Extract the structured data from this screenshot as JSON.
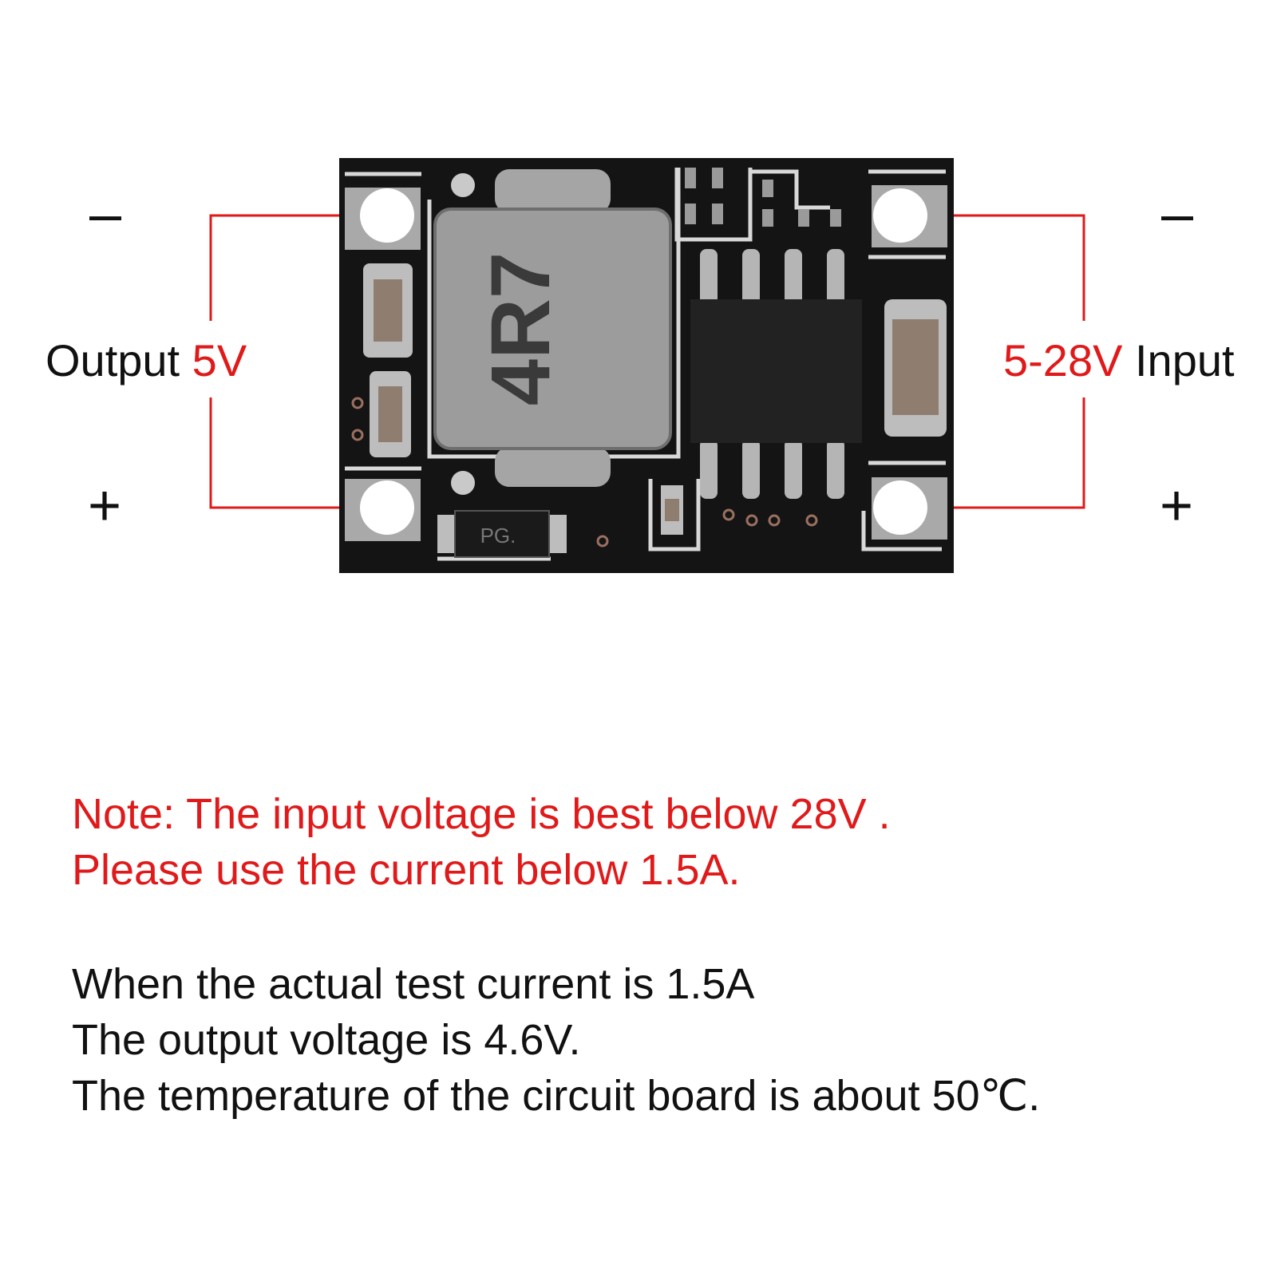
{
  "terminals": {
    "left_top_sign": "–",
    "left_bottom_sign": "+",
    "right_top_sign": "–",
    "right_bottom_sign": "+"
  },
  "output_label": {
    "prefix": "Output",
    "value": "5V"
  },
  "input_label": {
    "value": "5-28V",
    "suffix": "Input"
  },
  "board": {
    "inductor_marking": "4R7",
    "diode_marking": "PG."
  },
  "notes": {
    "warning": [
      "Note: The input voltage is best below 28V .",
      "Please use the current below 1.5A."
    ],
    "test": [
      "When the actual test current is 1.5A",
      "The output voltage is 4.6V.",
      "The temperature of the circuit board is about 50℃."
    ]
  },
  "colors": {
    "accent": "#e01a1a",
    "pcb": "#141414",
    "text": "#111111"
  }
}
